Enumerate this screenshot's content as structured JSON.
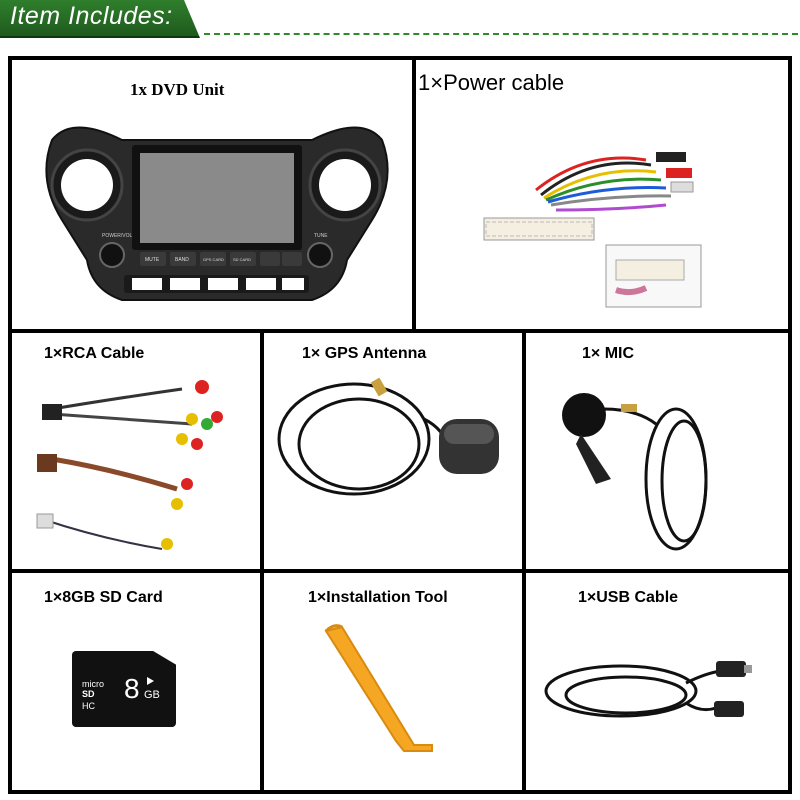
{
  "header": {
    "title": "Item Includes:"
  },
  "items": [
    {
      "label": "1x  DVD Unit"
    },
    {
      "label": "1×Power cable"
    },
    {
      "label": "1×RCA Cable"
    },
    {
      "label": "1× GPS Antenna"
    },
    {
      "label": "1× MIC"
    },
    {
      "label": "1×8GB SD Card"
    },
    {
      "label": "1×Installation Tool"
    },
    {
      "label": "1×USB Cable"
    }
  ],
  "dvd_unit": {
    "buttons": [
      "MUTE",
      "BAND",
      "GPS CARD",
      "SD CARD"
    ],
    "knob_left": "POWER/VOL",
    "knob_right": "TUNE"
  },
  "sd_card": {
    "brand": "micro",
    "brand_sub": "SD",
    "class": "HC",
    "capacity": "8",
    "unit": "GB"
  },
  "colors": {
    "header_green": "#2f7f2c",
    "dash_green": "#2f8a2b",
    "tool_orange": "#f5a623"
  }
}
